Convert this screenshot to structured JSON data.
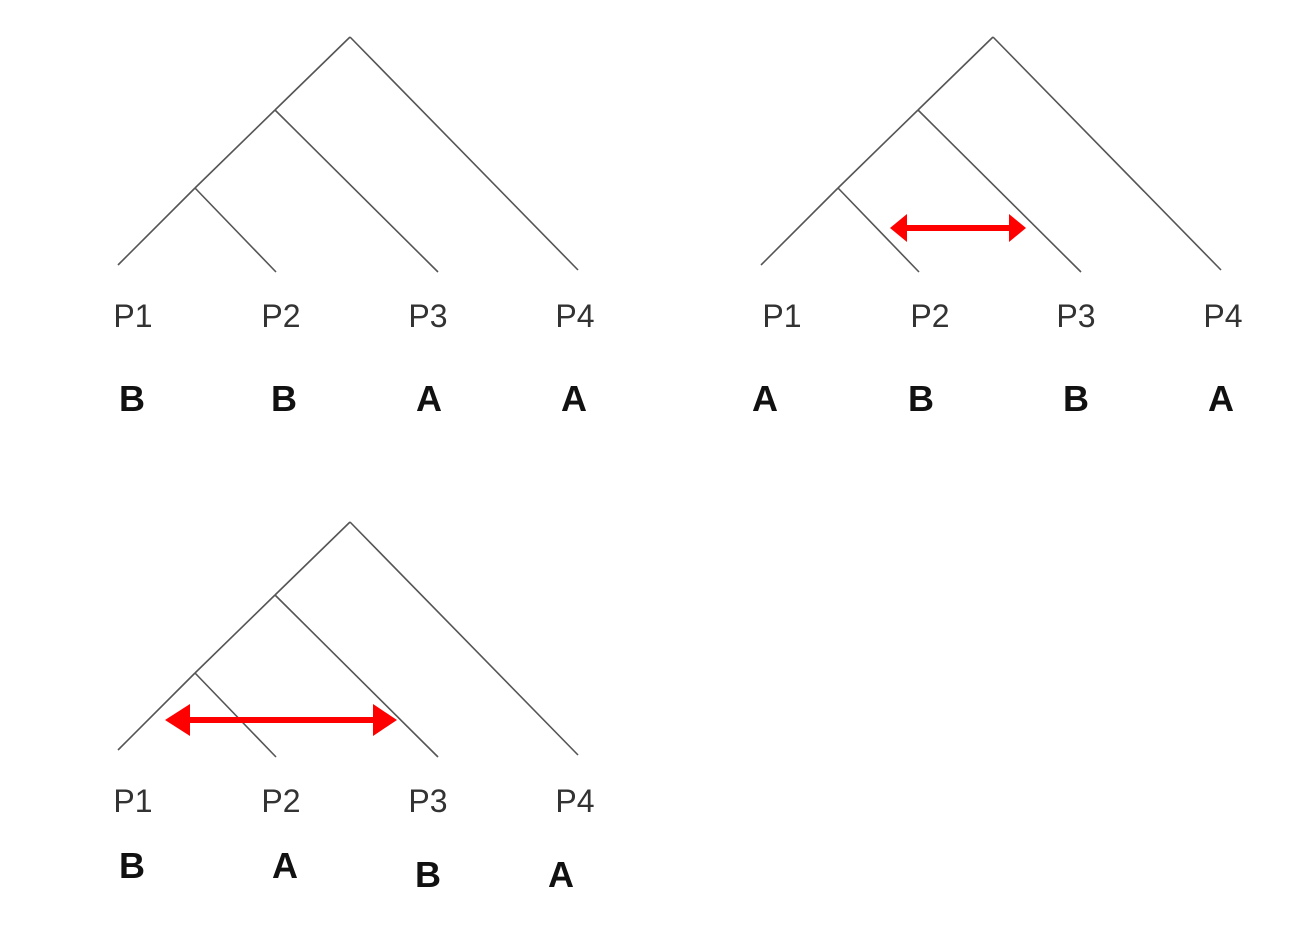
{
  "colors": {
    "branch": "#555555",
    "arrow": "#ff0000",
    "taxon_text": "#333333",
    "state_text": "#111111"
  },
  "topology": "(((P1,P2),P3),P4)",
  "panels": [
    {
      "taxa": [
        "P1",
        "P2",
        "P3",
        "P4"
      ],
      "states": [
        "B",
        "B",
        "A",
        "A"
      ],
      "arrow": null
    },
    {
      "taxa": [
        "P1",
        "P2",
        "P3",
        "P4"
      ],
      "states": [
        "A",
        "B",
        "B",
        "A"
      ],
      "arrow": {
        "between": [
          "P2",
          "P3"
        ],
        "type": "double-headed"
      }
    },
    {
      "taxa": [
        "P1",
        "P2",
        "P3",
        "P4"
      ],
      "states": [
        "B",
        "A",
        "B",
        "A"
      ],
      "arrow": {
        "between": [
          "P1",
          "P3"
        ],
        "type": "double-headed"
      }
    }
  ]
}
